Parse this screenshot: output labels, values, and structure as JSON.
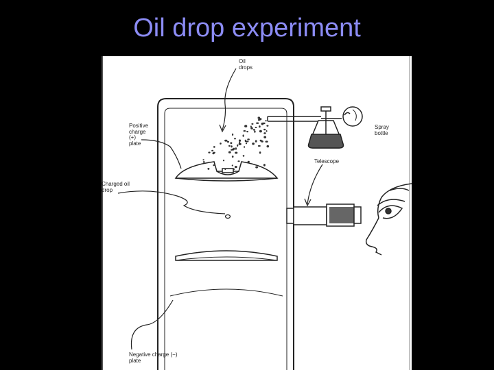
{
  "slide": {
    "title": "Oil drop experiment"
  },
  "diagram": {
    "labels": {
      "oil_drops": "Oil\ndrops",
      "positive_plate": "Positive\ncharge\n(+)\nplate",
      "spray_bottle": "Spray\nbottle",
      "telescope": "Telescope",
      "charged_drop": "Charged oil\ndrop",
      "negative_plate": "Negative charge (−)\nplate"
    }
  },
  "colors": {
    "background": "#000000",
    "title": "#8c8cf5",
    "figure": "#ffffff",
    "ink": "#222222"
  }
}
